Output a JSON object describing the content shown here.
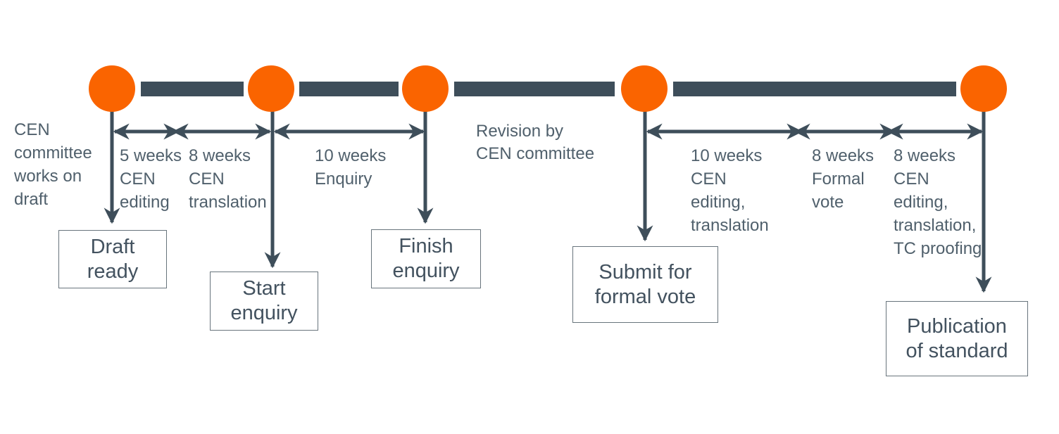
{
  "diagram_type": "process-timeline",
  "colors": {
    "node_orange": "#FA6400",
    "line_slate": "#3E4E5A",
    "annotation_text": "#50606C",
    "box_border": "#68747C",
    "box_text": "#43525F",
    "background": "#FFFFFF"
  },
  "notes": {
    "left": "CEN\ncommittee\nworks on\ndraft",
    "revision": "Revision by\nCEN committee"
  },
  "durations": [
    {
      "label": "5 weeks\nCEN\nediting"
    },
    {
      "label": "8 weeks\nCEN\ntranslation"
    },
    {
      "label": "10 weeks\nEnquiry"
    },
    {
      "label": "10 weeks\nCEN\nediting,\ntranslation"
    },
    {
      "label": "8 weeks\nFormal\nvote"
    },
    {
      "label": "8 weeks\nCEN\nediting,\ntranslation,\nTC proofing"
    }
  ],
  "milestones": [
    {
      "label": "Draft\nready"
    },
    {
      "label": "Start\nenquiry"
    },
    {
      "label": "Finish\nenquiry"
    },
    {
      "label": "Submit for\nformal vote"
    },
    {
      "label": "Publication\nof standard"
    }
  ]
}
